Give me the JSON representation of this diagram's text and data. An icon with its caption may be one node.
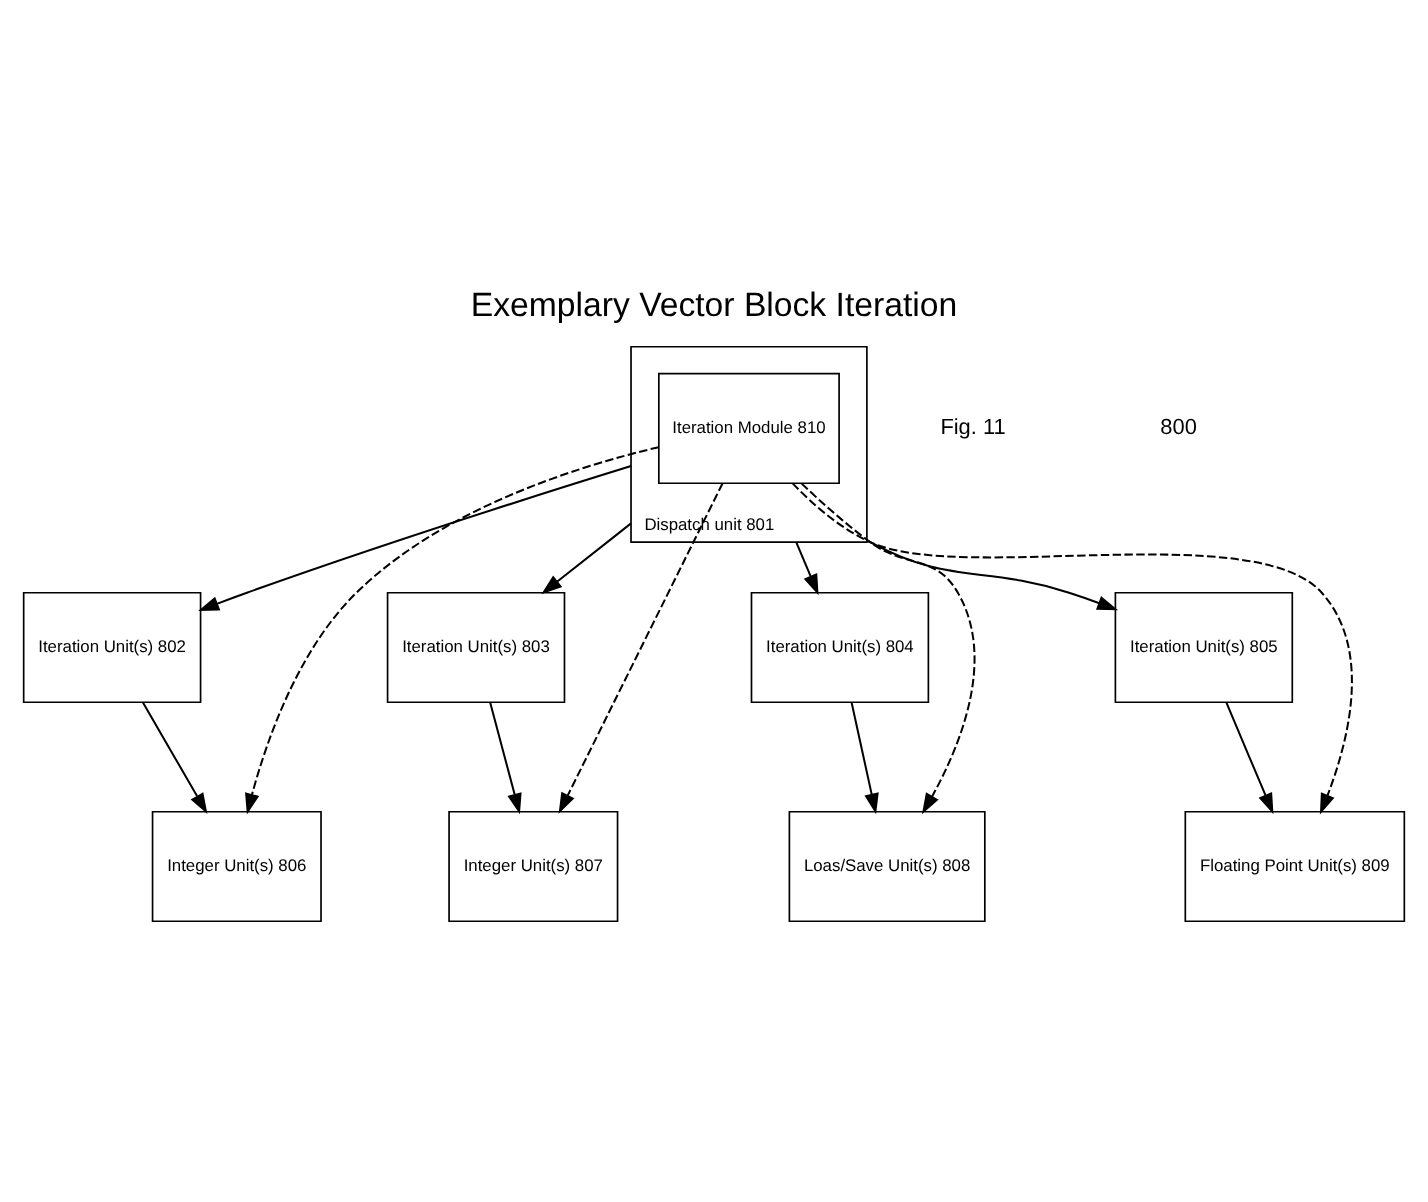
{
  "diagram": {
    "title": "Exemplary Vector Block Iteration",
    "nodes": [
      {
        "text": [
          "Dispatch unit 801"
        ]
      },
      {
        "text": [
          "Iteration Module 810"
        ],
        "in": 0
      },
      {
        "text": [
          "Iteration Unit(s) 802"
        ]
      },
      {
        "text": [
          "Iteration Unit(s) 803"
        ]
      },
      {
        "text": [
          "Iteration Unit(s) 804"
        ]
      },
      {
        "text": [
          "Iteration Unit(s) 805"
        ]
      },
      {
        "text": [
          "Integer Unit(s) 806"
        ]
      },
      {
        "text": [
          "Integer Unit(s) 807"
        ]
      },
      {
        "text": [
          "Loas/Save Unit(s) 808"
        ]
      },
      {
        "text": [
          "Floating Point Unit(s) 809"
        ]
      }
    ],
    "edges": [
      {
        "from": 0,
        "to": 2,
        "arrow": "to"
      },
      {
        "from": 0,
        "to": 3,
        "arrow": "to"
      },
      {
        "from": 0,
        "to": 4,
        "arrow": "to"
      },
      {
        "from": 0,
        "to": 5,
        "arrow": "to"
      },
      {
        "from": 2,
        "to": 6,
        "arrow": "to"
      },
      {
        "from": 3,
        "to": 7,
        "arrow": "to"
      },
      {
        "from": 4,
        "to": 8,
        "arrow": "to"
      },
      {
        "from": 5,
        "to": 9,
        "arrow": "to"
      },
      {
        "from": 1,
        "to": 6,
        "arrow": "to",
        "style": "dashed"
      },
      {
        "from": 1,
        "to": 7,
        "arrow": "to",
        "style": "dashed"
      },
      {
        "from": 1,
        "to": 8,
        "arrow": "to",
        "style": "dashed"
      },
      {
        "from": 1,
        "to": 9,
        "arrow": "to",
        "style": "dashed"
      }
    ],
    "labels": [
      "Fig. 11",
      "800"
    ]
  }
}
